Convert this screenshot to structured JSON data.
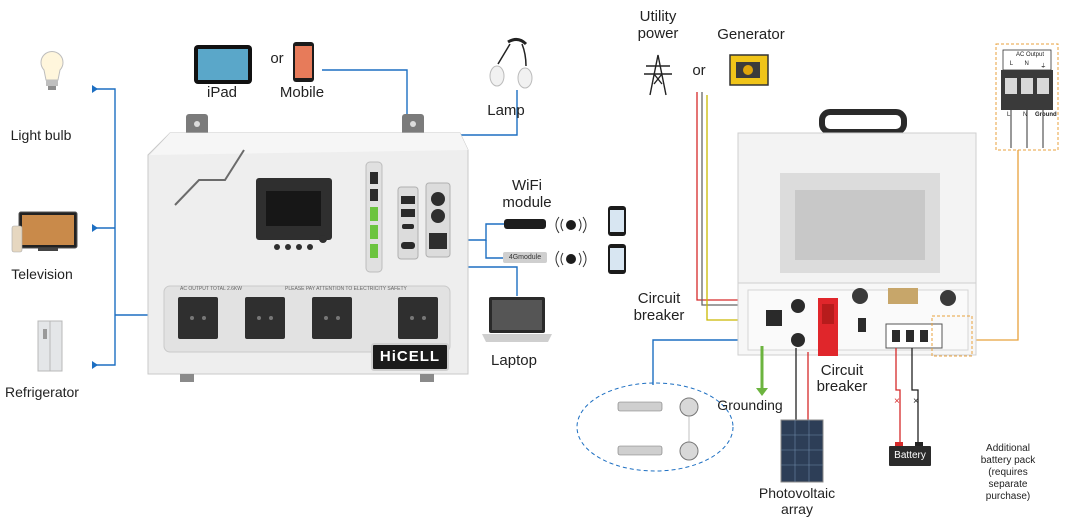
{
  "left_device": {
    "brand": "HiCELL",
    "ac_output_label": "AC OUTPUT TOTAL 2.6KW",
    "safety_notice": "PLEASE PAY ATTENTION TO ELECTRICITY SAFETY"
  },
  "loads": [
    {
      "label": "Light bulb",
      "icon": "light-bulb-icon"
    },
    {
      "label": "Television",
      "icon": "television-icon"
    },
    {
      "label": "Refrigerator",
      "icon": "refrigerator-icon"
    }
  ],
  "top_devices": {
    "ipad": "iPad",
    "or": "or",
    "mobile": "Mobile",
    "lamp": "Lamp"
  },
  "connectivity": {
    "wifi_module": "WiFi\nmodule",
    "module_4g": "4Gmodule",
    "laptop": "Laptop"
  },
  "sources": {
    "utility_power": "Utility\npower",
    "or": "or",
    "generator": "Generator"
  },
  "right_device": {
    "circuit_breaker_left": "Circuit\nbreaker",
    "circuit_breaker_center": "Circuit\nbreaker",
    "grounding": "Grounding",
    "photovoltaic": "Photovoltaic\narray",
    "battery": "Battery",
    "battery_note": "Additional battery pack\n(requires separate purchase)",
    "ac_output_box": {
      "title": "AC Output",
      "columns": [
        "L",
        "N",
        "⏚"
      ],
      "terminals": [
        "L",
        "N",
        "Ground"
      ]
    }
  },
  "colors": {
    "line_blue": "#1d6fc2",
    "line_orange": "#e8a23c",
    "line_red": "#d62a2a",
    "line_green": "#6cb43f",
    "breaker_red": "#e0262b",
    "device_grey": "#e9e9e9"
  }
}
